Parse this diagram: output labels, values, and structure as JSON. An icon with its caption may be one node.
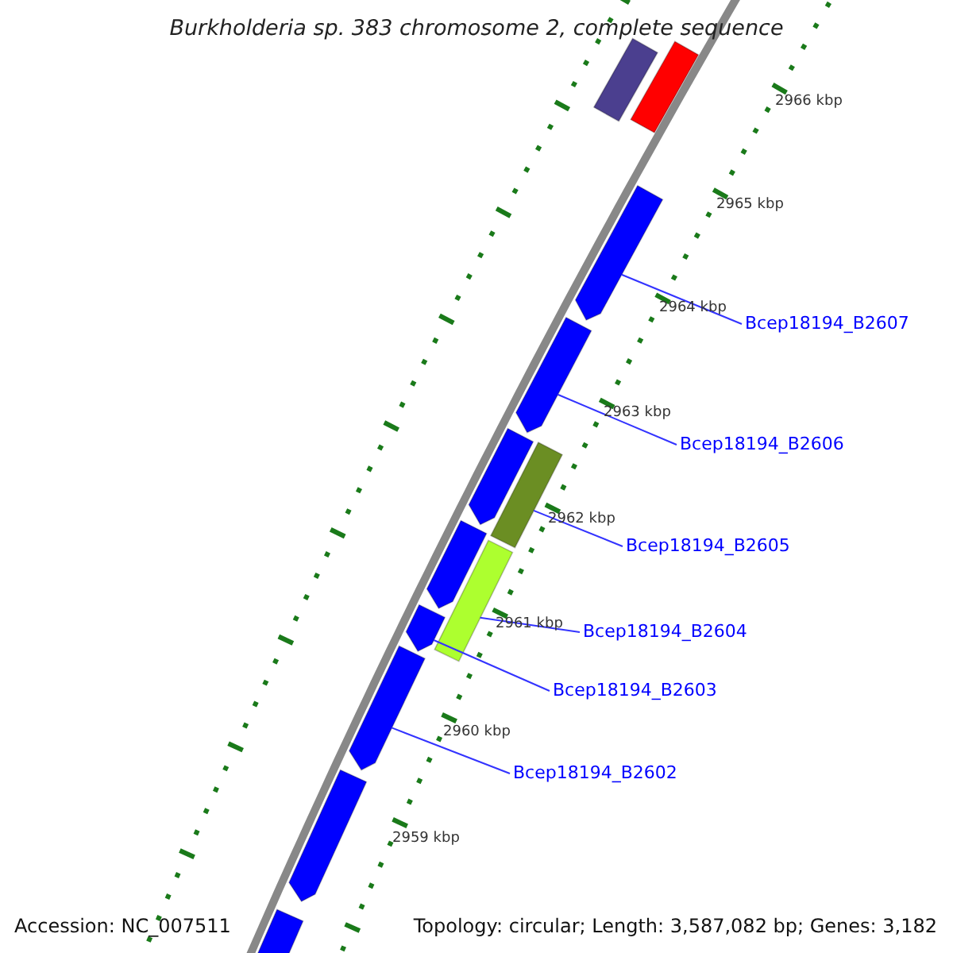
{
  "diagram": {
    "title": "Burkholderia sp. 383 chromosome 2, complete sequence",
    "nodes": [
      {
        "text": [],
        "shape": "bar"
      },
      {
        "text": [],
        "shape": "bar"
      },
      {
        "text": [],
        "shape": "arrow"
      },
      {
        "text": [
          "Bcep18194_B2607"
        ]
      },
      {
        "text": [],
        "shape": "arrow"
      },
      {
        "text": [
          "Bcep18194_B2606"
        ]
      },
      {
        "text": [],
        "shape": "arrow"
      },
      {
        "text": [],
        "shape": "bar"
      },
      {
        "text": [
          "Bcep18194_B2605"
        ]
      },
      {
        "text": [],
        "shape": "arrow"
      },
      {
        "text": [],
        "shape": "bar"
      },
      {
        "text": [
          "Bcep18194_B2604"
        ]
      },
      {
        "text": [],
        "shape": "arrow"
      },
      {
        "text": [
          "Bcep18194_B2603"
        ]
      },
      {
        "text": [],
        "shape": "arrow"
      },
      {
        "text": [
          "Bcep18194_B2602"
        ]
      },
      {
        "text": [],
        "shape": "arrow"
      },
      {
        "text": [],
        "shape": "bar"
      }
    ],
    "edges": [
      {
        "from": 3,
        "to": 2,
        "arrow": "none"
      },
      {
        "from": 5,
        "to": 4,
        "arrow": "none"
      },
      {
        "from": 8,
        "to": 7,
        "arrow": "none"
      },
      {
        "from": 11,
        "to": 10,
        "arrow": "none"
      },
      {
        "from": 13,
        "to": 12,
        "arrow": "none"
      },
      {
        "from": 15,
        "to": 14,
        "arrow": "none"
      }
    ],
    "labels": [
      "2966 kbp",
      "2965 kbp",
      "2964 kbp",
      "2963 kbp",
      "2962 kbp",
      "2961 kbp",
      "2960 kbp",
      "2959 kbp",
      "Accession: NC_007511",
      "Topology: circular; Length: 3,587,082 bp; Genes: 3,182"
    ]
  }
}
